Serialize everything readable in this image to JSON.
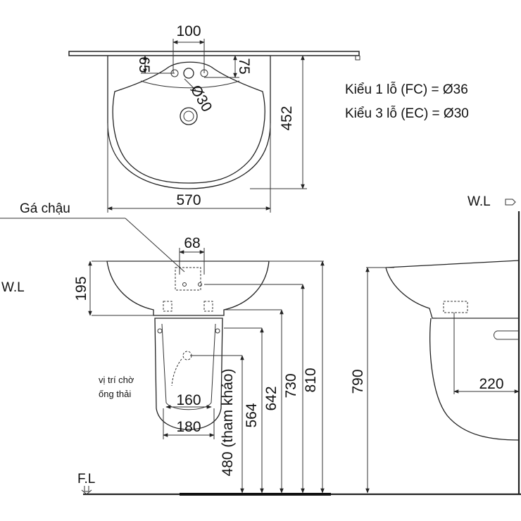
{
  "top_view": {
    "dim_hole_spacing": "100",
    "dim_hole_to_back_left": "65",
    "dim_hole_to_back_right": "75",
    "dim_hole_diameter": "Ø30",
    "dim_depth": "452",
    "dim_width": "570"
  },
  "hole_notes": {
    "line1": "Kiểu 1 lỗ (FC) = Ø36",
    "line2": "Kiểu 3 lỗ (EC) = Ø30"
  },
  "front_view": {
    "label_bracket": "Gá chậu",
    "label_wall_left": "W.L",
    "dim_basin_height": "195",
    "dim_bracket_width": "68",
    "label_drain_position": [
      "vị trí chờ",
      "ống thải"
    ],
    "dim_pedestal_inner": "160",
    "dim_pedestal_outer": "180",
    "dim_480": "480 (tham khảo)",
    "dim_564": "564",
    "dim_642": "642",
    "dim_730": "730",
    "dim_810": "810",
    "label_floor": "F.L"
  },
  "side_view": {
    "label_wall_right": "W.L",
    "dim_height": "790",
    "dim_projection": "220"
  }
}
